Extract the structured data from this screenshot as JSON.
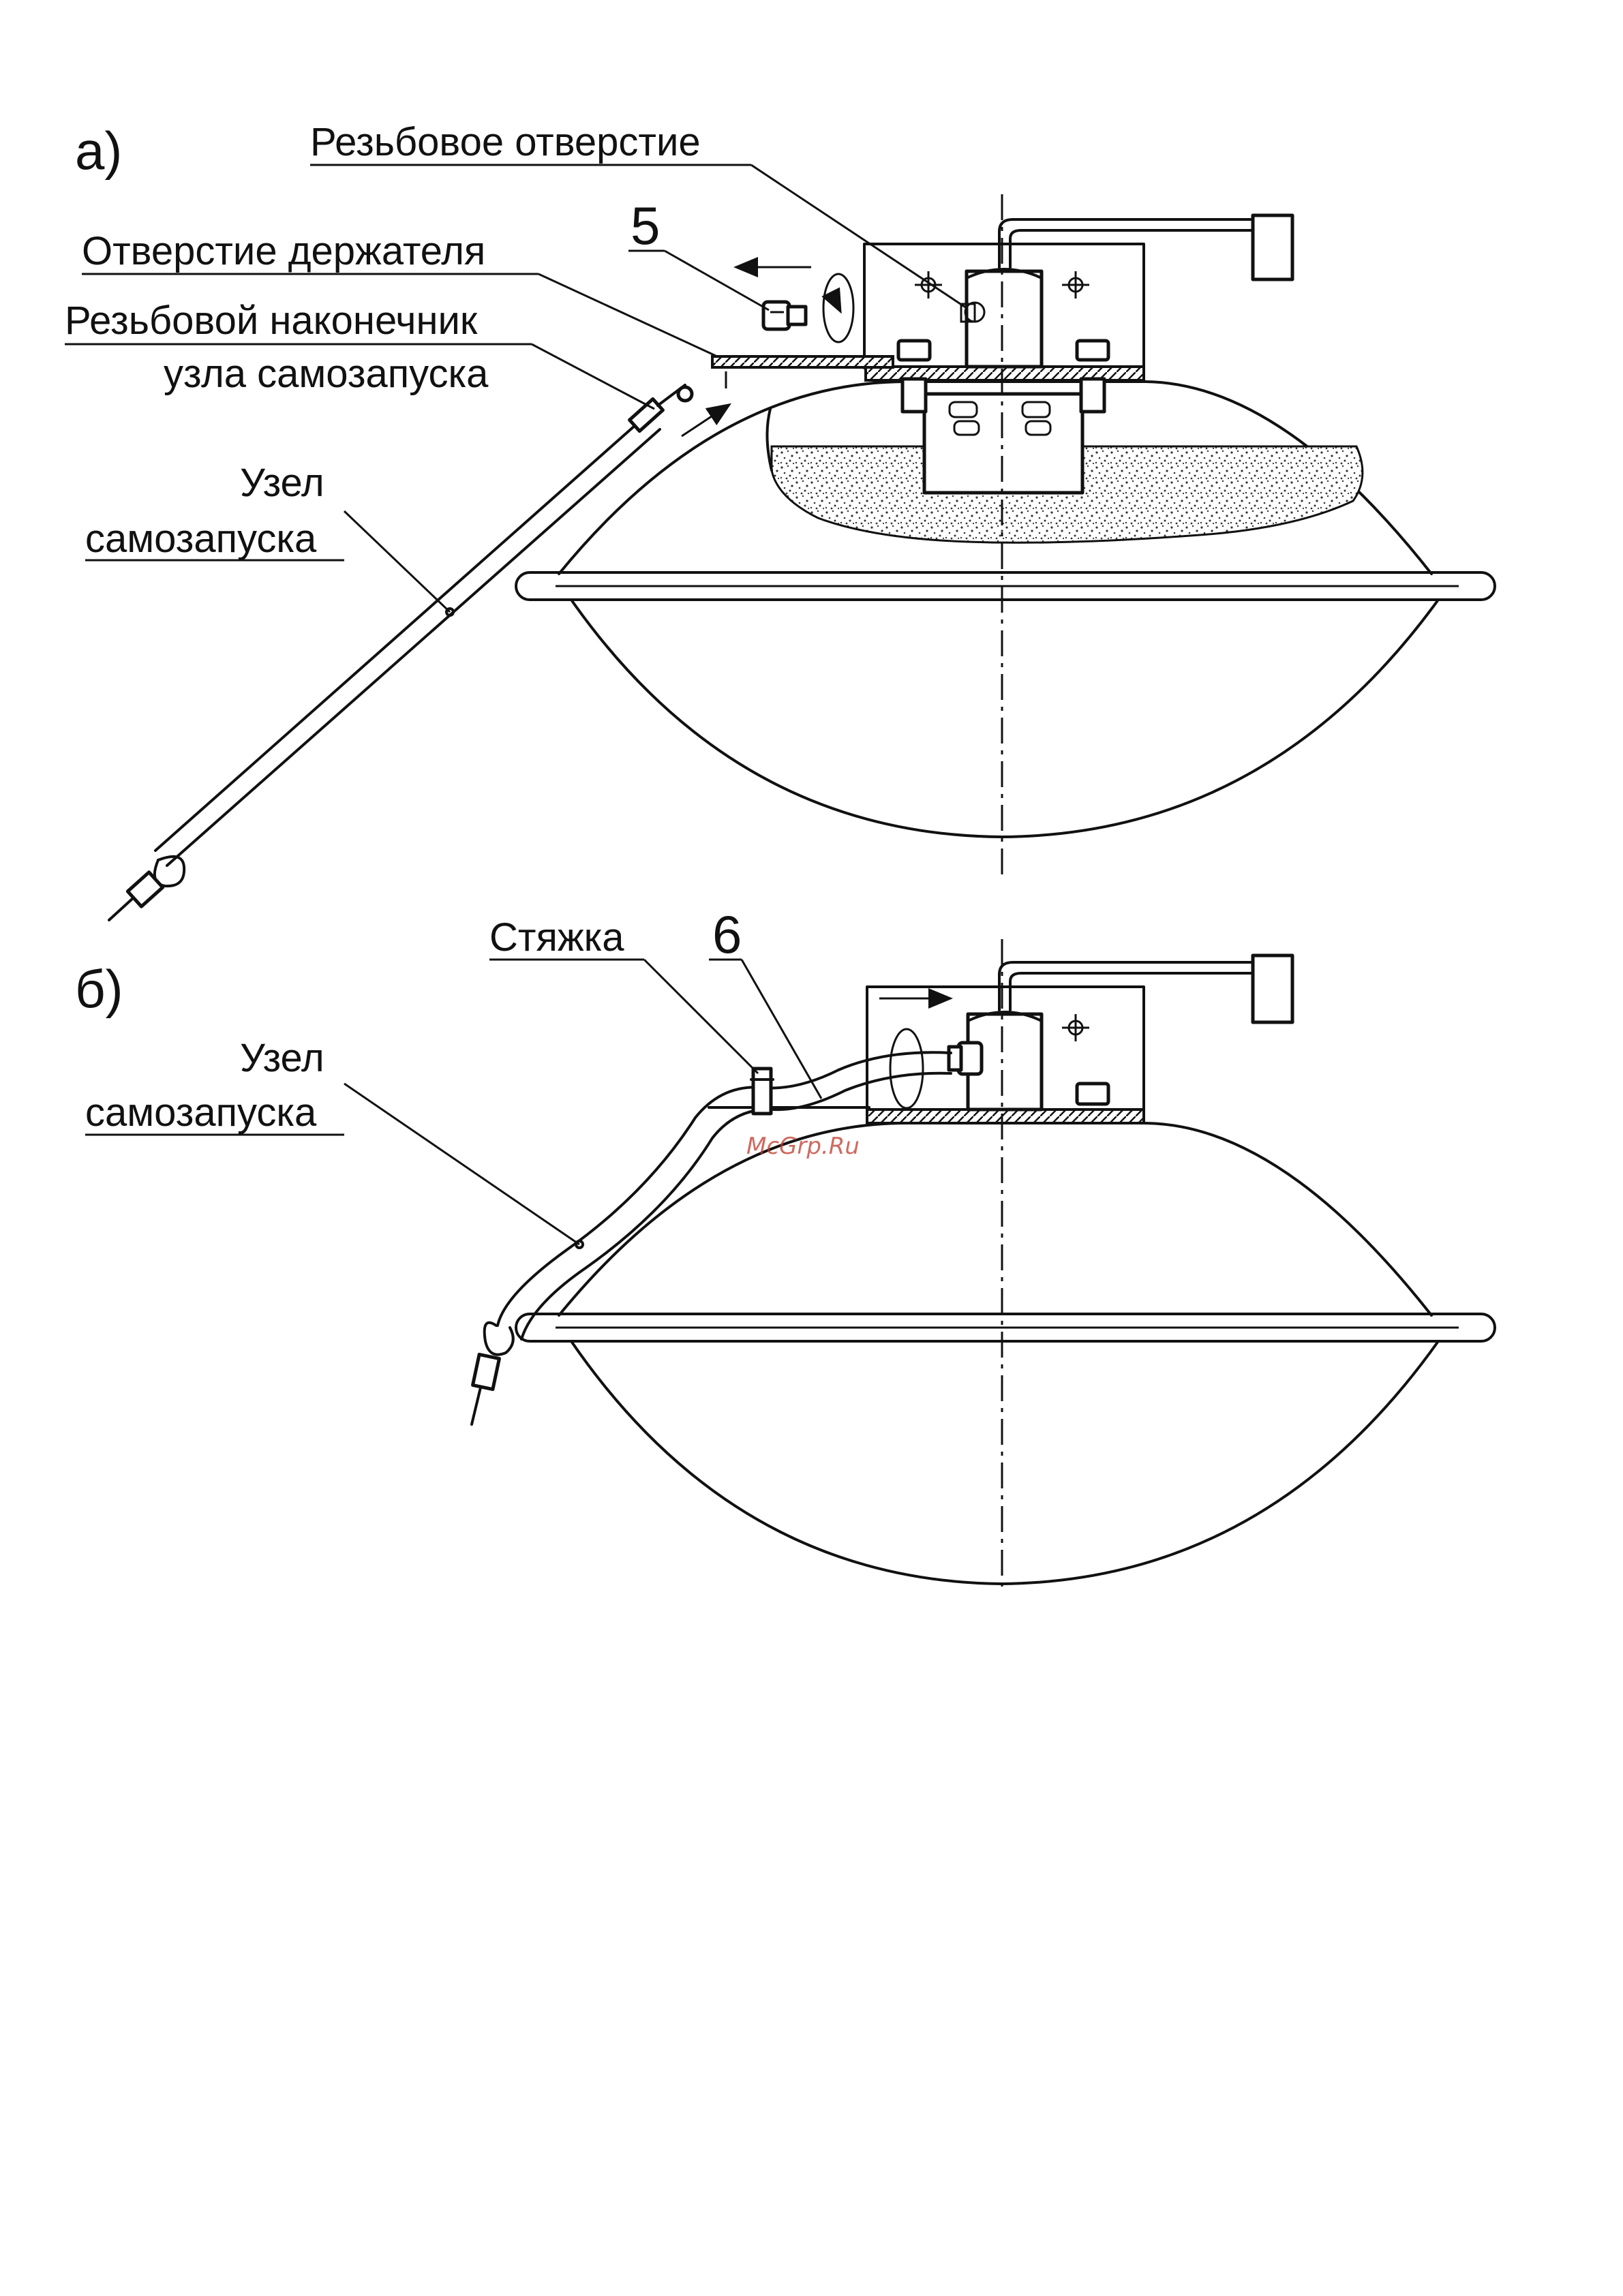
{
  "panel_a": {
    "letter": "а)",
    "labels": {
      "threaded_hole": "Резьбовое отверстие",
      "holder_hole": "Отверстие держателя",
      "threaded_tip_line1": "Резьбовой наконечник",
      "threaded_tip_line2": "узла самозапуска",
      "callout_number": "5",
      "self_start_line1": "Узел",
      "self_start_line2": "самозапуска"
    }
  },
  "panel_b": {
    "letter": "б)",
    "labels": {
      "tie": "Стяжка",
      "callout_number": "6",
      "self_start_line1": "Узел",
      "self_start_line2": "самозапуска"
    }
  },
  "watermark": "McGrp.Ru",
  "colors": {
    "line": "#111111",
    "background": "#ffffff",
    "watermark": "#c0392b"
  }
}
